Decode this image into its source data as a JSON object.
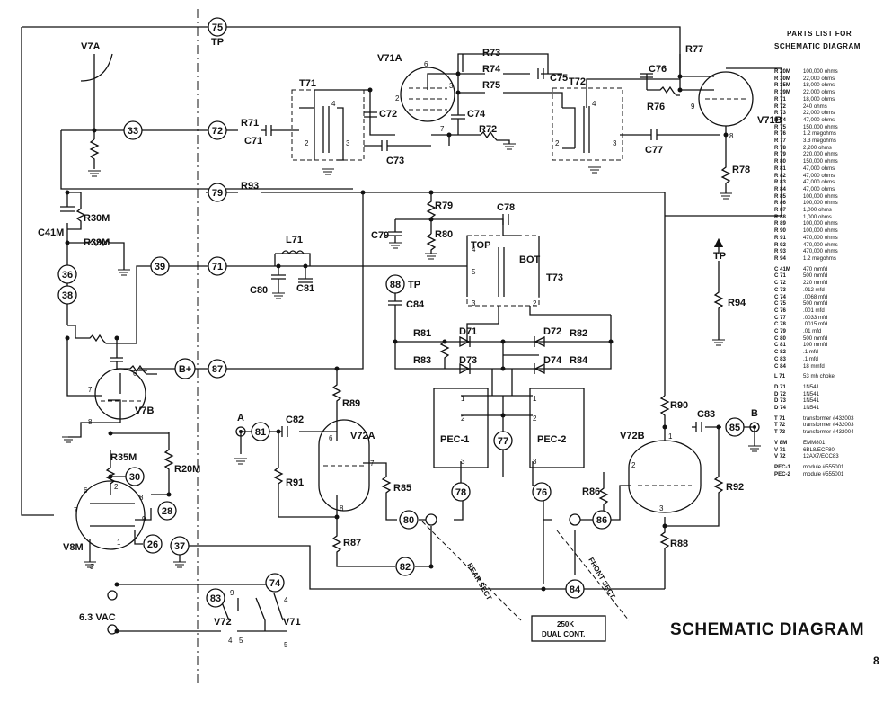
{
  "title": "SCHEMATIC DIAGRAM",
  "page_number": "8",
  "parts_list": {
    "heading_1": "PARTS LIST FOR",
    "heading_2": "SCHEMATIC DIAGRAM",
    "resistors": [
      {
        "ref": "R 20M",
        "value": "100,000 ohms"
      },
      {
        "ref": "R 30M",
        "value": "22,000 ohms"
      },
      {
        "ref": "R 35M",
        "value": "18,000 ohms"
      },
      {
        "ref": "R 39M",
        "value": "22,000 ohms"
      },
      {
        "ref": "R 71",
        "value": "18,000 ohms"
      },
      {
        "ref": "R 72",
        "value": "240 ohms"
      },
      {
        "ref": "R 73",
        "value": "22,000 ohms"
      },
      {
        "ref": "R 74",
        "value": "47,000 ohms"
      },
      {
        "ref": "R 75",
        "value": "150,000 ohms"
      },
      {
        "ref": "R 76",
        "value": "1.2 megohms"
      },
      {
        "ref": "R 77",
        "value": "3.3 megohms"
      },
      {
        "ref": "R 78",
        "value": "2,200 ohms"
      },
      {
        "ref": "R 79",
        "value": "220,000 ohms"
      },
      {
        "ref": "R 80",
        "value": "150,000 ohms"
      },
      {
        "ref": "R 81",
        "value": "47,000 ohms"
      },
      {
        "ref": "R 82",
        "value": "47,000 ohms"
      },
      {
        "ref": "R 83",
        "value": "47,000 ohms"
      },
      {
        "ref": "R 84",
        "value": "47,000 ohms"
      },
      {
        "ref": "R 85",
        "value": "100,000 ohms"
      },
      {
        "ref": "R 86",
        "value": "100,000 ohms"
      },
      {
        "ref": "R 87",
        "value": "1,000 ohms"
      },
      {
        "ref": "R 88",
        "value": "1,000 ohms"
      },
      {
        "ref": "R 89",
        "value": "100,000 ohms"
      },
      {
        "ref": "R 90",
        "value": "100,000 ohms"
      },
      {
        "ref": "R 91",
        "value": "470,000 ohms"
      },
      {
        "ref": "R 92",
        "value": "470,000 ohms"
      },
      {
        "ref": "R 93",
        "value": "470,000 ohms"
      },
      {
        "ref": "R 94",
        "value": "1.2 megohms"
      }
    ],
    "capacitors": [
      {
        "ref": "C 41M",
        "value": "470 mmfd"
      },
      {
        "ref": "C 71",
        "value": "500 mmfd"
      },
      {
        "ref": "C 72",
        "value": "220 mmfd"
      },
      {
        "ref": "C 73",
        "value": ".012 mfd"
      },
      {
        "ref": "C 74",
        "value": ".0068 mfd"
      },
      {
        "ref": "C 75",
        "value": "500 mmfd"
      },
      {
        "ref": "C 76",
        "value": ".001 mfd"
      },
      {
        "ref": "C 77",
        "value": ".0033 mfd"
      },
      {
        "ref": "C 78",
        "value": ".0015 mfd"
      },
      {
        "ref": "C 79",
        "value": ".01 mfd"
      },
      {
        "ref": "C 80",
        "value": "500 mmfd"
      },
      {
        "ref": "C 81",
        "value": "100 mmfd"
      },
      {
        "ref": "C 82",
        "value": ".1 mfd"
      },
      {
        "ref": "C 83",
        "value": ".1 mfd"
      },
      {
        "ref": "C 84",
        "value": "18 mmfd"
      }
    ],
    "inductors": [
      {
        "ref": "L 71",
        "value": "53 mh choke"
      }
    ],
    "diodes": [
      {
        "ref": "D 71",
        "value": "1N541"
      },
      {
        "ref": "D 72",
        "value": "1N541"
      },
      {
        "ref": "D 73",
        "value": "1N541"
      },
      {
        "ref": "D 74",
        "value": "1N541"
      }
    ],
    "transformers": [
      {
        "ref": "T 71",
        "value": "transformer #432003"
      },
      {
        "ref": "T 72",
        "value": "transformer #432003"
      },
      {
        "ref": "T 73",
        "value": "transformer #432004"
      }
    ],
    "tubes": [
      {
        "ref": "V 8M",
        "value": "EMM801"
      },
      {
        "ref": "V 71",
        "value": "6BL8/ECF80"
      },
      {
        "ref": "V 72",
        "value": "12AX7/ECC83"
      }
    ],
    "modules": [
      {
        "ref": "PEC-1",
        "value": "module #555001"
      },
      {
        "ref": "PEC-2",
        "value": "module #555001"
      }
    ]
  },
  "nodes": {
    "n75": "75",
    "n33": "33",
    "n72": "72",
    "n79": "79",
    "n36": "36",
    "n38": "38",
    "n39": "39",
    "n71": "71",
    "n88": "88",
    "nbp": "B+",
    "n87": "87",
    "n30": "30",
    "n28": "28",
    "n26": "26",
    "n37": "37",
    "n81": "81",
    "n80": "80",
    "n78": "78",
    "n77": "77",
    "n76": "76",
    "n86": "86",
    "n85": "85",
    "n82": "82",
    "n84": "84",
    "n83": "83",
    "n74": "74"
  },
  "labels": {
    "tp_top": "TP",
    "tp_88": "TP",
    "tp_right": "TP",
    "v7a": "V7A",
    "v71a": "V71A",
    "v71b": "V71B",
    "v7b": "V7B",
    "v8m": "V8M",
    "v72a": "V72A",
    "v72b": "V72B",
    "v72": "V72",
    "v71": "V71",
    "t71": "T71",
    "t72": "T72",
    "t73": "T73",
    "l71": "L71",
    "r71": "R71",
    "r72": "R72",
    "r73": "R73",
    "r74": "R74",
    "r75": "R75",
    "r76": "R76",
    "r77": "R77",
    "r78": "R78",
    "r79": "R79",
    "r80": "R80",
    "r81": "R81",
    "r82": "R82",
    "r83": "R83",
    "r84": "R84",
    "r85": "R85",
    "r86": "R86",
    "r87": "R87",
    "r88": "R88",
    "r89": "R89",
    "r90": "R90",
    "r91": "R91",
    "r92": "R92",
    "r93": "R93",
    "r94": "R94",
    "r30m": "R30M",
    "r39m": "R39M",
    "r35m": "R35M",
    "r20m": "R20M",
    "c71": "C71",
    "c72": "C72",
    "c73": "C73",
    "c74": "C74",
    "c75": "C75",
    "c76": "C76",
    "c77": "C77",
    "c78": "C78",
    "c79": "C79",
    "c80": "C80",
    "c81": "C81",
    "c82": "C82",
    "c83": "C83",
    "c84": "C84",
    "c41m": "C41M",
    "d71": "D71",
    "d72": "D72",
    "d73": "D73",
    "d74": "D74",
    "pec1": "PEC-1",
    "pec2": "PEC-2",
    "top": "TOP",
    "bot": "BOT",
    "in_a": "A",
    "out_b": "B",
    "vac": "6.3 VAC",
    "rear_sect": "REAR SECT",
    "front_sect": "FRONT SECT",
    "pot_1": "250K",
    "pot_2": "DUAL CONT.",
    "p1": "1",
    "p2": "2",
    "p3": "3",
    "p4": "4",
    "p5": "5",
    "p6": "6",
    "p7": "7",
    "p8": "8",
    "p9": "9"
  }
}
